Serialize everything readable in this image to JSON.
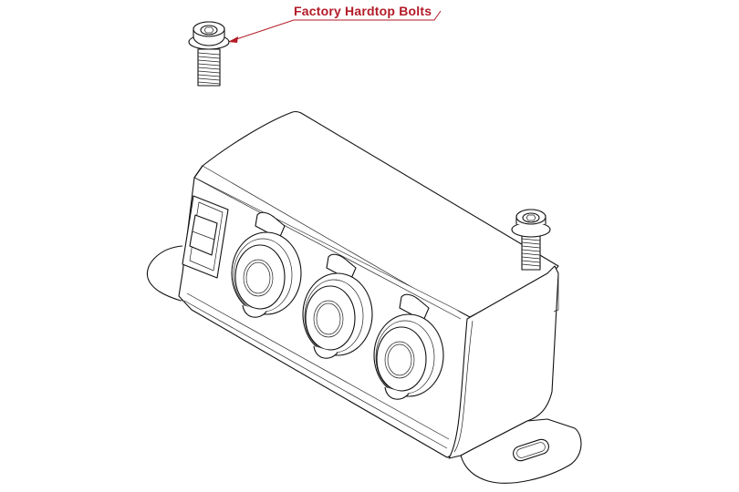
{
  "diagram": {
    "subject": "Switch panel box with three power sockets and rocker switch",
    "callouts": [
      {
        "label": "Factory Hardtop Bolts",
        "color": "#b31b27"
      }
    ],
    "parts": [
      {
        "name": "hardtop-bolt",
        "count": 2
      },
      {
        "name": "rocker-switch",
        "count": 1
      },
      {
        "name": "power-socket",
        "count": 3
      },
      {
        "name": "mounting-tab",
        "count": 2
      }
    ]
  }
}
